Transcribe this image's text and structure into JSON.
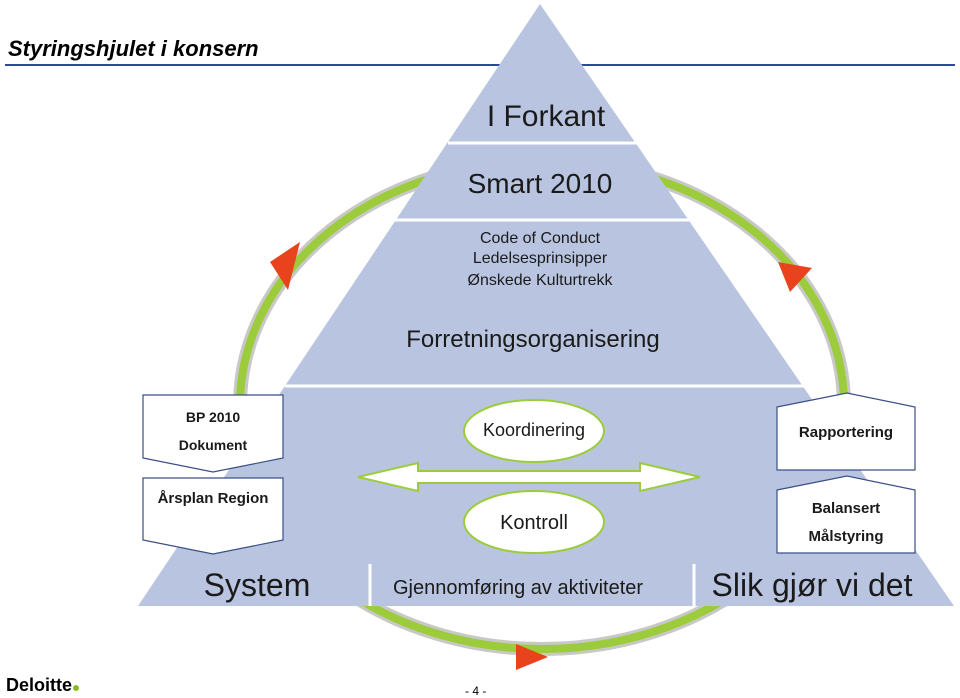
{
  "header": {
    "title": "Styringshjulet i konsern"
  },
  "pyramid": {
    "level1": "I Forkant",
    "level2": "Smart 2010",
    "level3_lines": [
      "Code of Conduct",
      "Ledelsesprinsipper",
      "Ønskede Kulturtrekk"
    ],
    "level4": "Forretningsorganisering",
    "center_top": "Koordinering",
    "center_bottom": "Kontroll",
    "left_box_top": {
      "line1": "BP 2010",
      "line2": "Dokument"
    },
    "left_box_bottom": "Årsplan Region",
    "right_box_top": "Rapportering",
    "right_box_bottom": {
      "line1": "Balansert",
      "line2": "Målstyring"
    },
    "base": {
      "left": "System",
      "middle": "Gjennomføring av aktiviteter",
      "right": "Slik gjør vi det"
    }
  },
  "colors": {
    "pyramid_fill": "#b9c5e0",
    "ring_green": "#9ccc3b",
    "ring_grey": "#c8c8c8",
    "arrow_red": "#e8431c",
    "title_rule": "#2b4b9a"
  },
  "footer": {
    "logo": "Deloitte",
    "page_number": "- 4 -"
  }
}
